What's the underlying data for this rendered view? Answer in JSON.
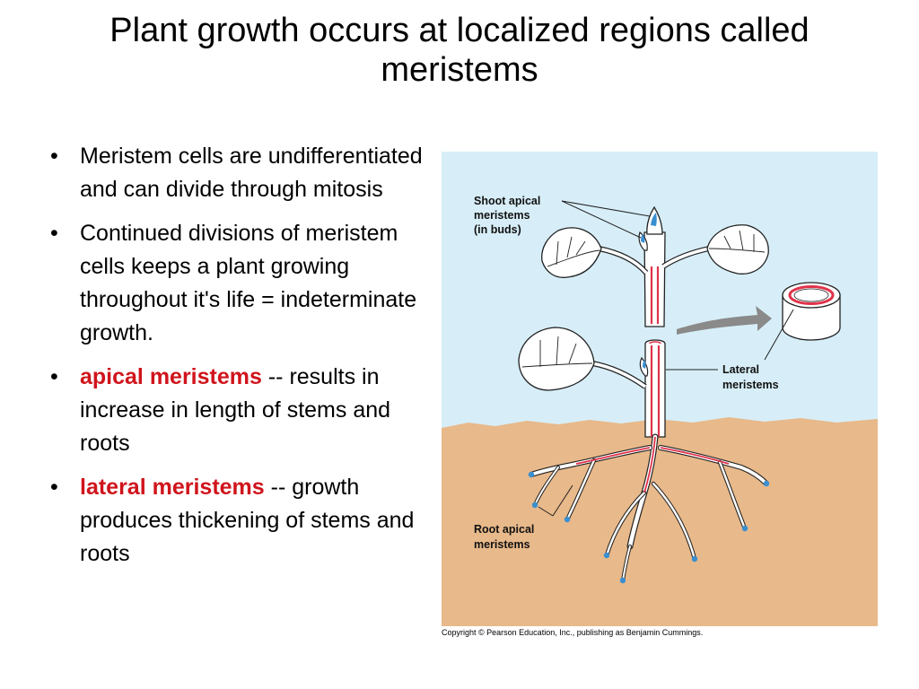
{
  "slide": {
    "title": "Plant growth occurs at localized regions called meristems",
    "bullets": [
      {
        "text": "Meristem cells are undifferentiated and can divide through mitosis"
      },
      {
        "text": "Continued divisions of meristem cells keeps a plant growing throughout it's life = indeterminate growth."
      },
      {
        "term": "apical meristems",
        "text": " -- results in increase in length of stems and roots"
      },
      {
        "term": "lateral meristems",
        "text": " -- growth produces thickening of stems and roots"
      }
    ]
  },
  "figure": {
    "labels": {
      "shoot_apical_1": "Shoot apical",
      "shoot_apical_2": "meristems",
      "shoot_apical_3": "(in buds)",
      "lateral_1": "Lateral",
      "lateral_2": "meristems",
      "root_apical_1": "Root apical",
      "root_apical_2": "meristems"
    },
    "copyright": "Copyright © Pearson Education, Inc., publishing as Benjamin Cummings.",
    "colors": {
      "sky": "#d7eef8",
      "soil": "#e8b98a",
      "meristem_red": "#e0334a",
      "tip_blue": "#3a8fd0",
      "arrow_gray": "#8a8a8a"
    }
  }
}
